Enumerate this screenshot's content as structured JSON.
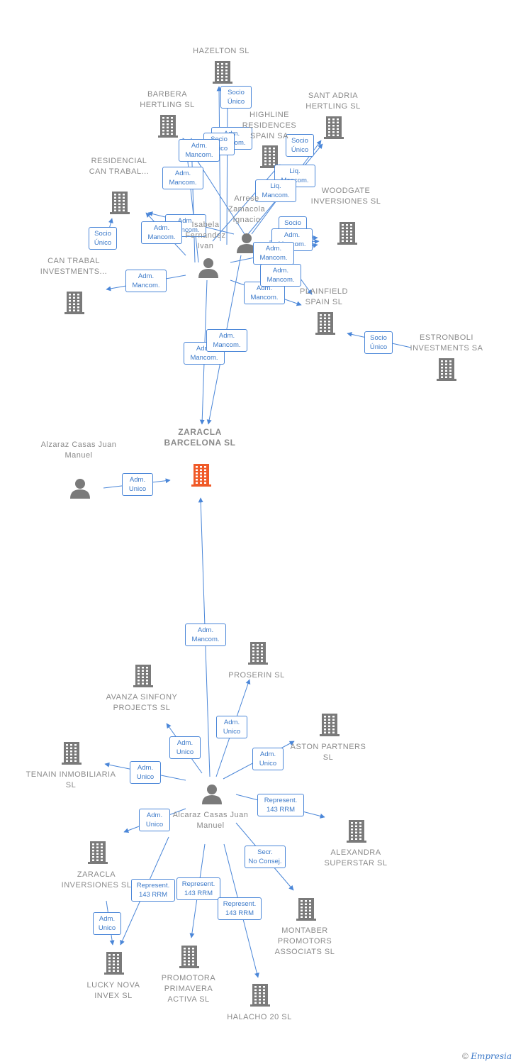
{
  "colors": {
    "edge": "#4a86d8",
    "node_gray": "#7a7a7a",
    "node_main": "#f05a28",
    "label": "#8a8a8a"
  },
  "nodes": [
    {
      "id": "hazelton",
      "type": "company",
      "label": "HAZELTON  SL"
    },
    {
      "id": "barbera",
      "type": "company",
      "label": "BARBERA HERTLING  SL"
    },
    {
      "id": "highline",
      "type": "company",
      "label": "HIGHLINE RESIDENCES SPAIN SA"
    },
    {
      "id": "santadria",
      "type": "company",
      "label": "SANT ADRIA HERTLING  SL"
    },
    {
      "id": "residencial",
      "type": "company",
      "label": "RESIDENCIAL CAN TRABAL..."
    },
    {
      "id": "woodgate",
      "type": "company",
      "label": "WOODGATE INVERSIONES SL"
    },
    {
      "id": "cantrabal",
      "type": "company",
      "label": "CAN TRABAL INVESTMENTS..."
    },
    {
      "id": "plainfield",
      "type": "company",
      "label": "PLAINFIELD SPAIN  SL"
    },
    {
      "id": "estronboli",
      "type": "company",
      "label": "ESTRONBOLI INVESTMENTS SA"
    },
    {
      "id": "arrese",
      "type": "person",
      "label": "Arrese Zamacola Ignacio"
    },
    {
      "id": "isabela",
      "type": "person",
      "label": "Isabela Fernandez Ivan"
    },
    {
      "id": "zaracla_bcn",
      "type": "main",
      "label": "ZARACLA BARCELONA SL"
    },
    {
      "id": "alzaraz_top",
      "type": "person",
      "label": "Alzaraz Casas Juan Manuel"
    },
    {
      "id": "proserin",
      "type": "company",
      "label": "PROSERIN  SL"
    },
    {
      "id": "avanza",
      "type": "company",
      "label": "AVANZA SINFONY PROJECTS SL"
    },
    {
      "id": "aston",
      "type": "company",
      "label": "ASTON PARTNERS SL"
    },
    {
      "id": "tenain",
      "type": "company",
      "label": "TENAIN INMOBILIARIA SL"
    },
    {
      "id": "alcaraz",
      "type": "person",
      "label": "Alcaraz Casas Juan Manuel"
    },
    {
      "id": "alexandra",
      "type": "company",
      "label": "ALEXANDRA SUPERSTAR SL"
    },
    {
      "id": "zaracla_inv",
      "type": "company",
      "label": "ZARACLA INVERSIONES SL"
    },
    {
      "id": "montaber",
      "type": "company",
      "label": "MONTABER PROMOTORS ASSOCIATS SL"
    },
    {
      "id": "lucky",
      "type": "company",
      "label": "LUCKY NOVA INVEX SL"
    },
    {
      "id": "promotora",
      "type": "company",
      "label": "PROMOTORA PRIMAVERA ACTIVA SL"
    },
    {
      "id": "halacho",
      "type": "company",
      "label": "HALACHO 20  SL"
    }
  ],
  "edges": [
    {
      "from": "isabela",
      "to": "hazelton",
      "label": "Socio Único"
    },
    {
      "from": "isabela",
      "to": "hazelton",
      "label": "Adm. Mancom."
    },
    {
      "from": "isabela",
      "to": "barbera",
      "label": "Socio Único"
    },
    {
      "from": "isabela",
      "to": "barbera",
      "label": "Adm. Mancom."
    },
    {
      "from": "arrese",
      "to": "barbera",
      "label": "Adm. Mancom."
    },
    {
      "from": "isabela",
      "to": "residencial",
      "label": "Adm. Mancom."
    },
    {
      "from": "arrese",
      "to": "residencial",
      "label": "Adm. Mancom."
    },
    {
      "from": "cantrabal",
      "to": "residencial",
      "label": "Socio Único"
    },
    {
      "from": "isabela",
      "to": "cantrabal",
      "label": "Adm. Mancom."
    },
    {
      "from": "arrese",
      "to": "santadria",
      "label": "Socio Único"
    },
    {
      "from": "arrese",
      "to": "santadria",
      "label": "Liq. Mancom."
    },
    {
      "from": "isabela",
      "to": "highline",
      "label": "Liq. Mancom."
    },
    {
      "from": "arrese",
      "to": "woodgate",
      "label": "Socio Único"
    },
    {
      "from": "arrese",
      "to": "woodgate",
      "label": "Adm. Mancom."
    },
    {
      "from": "isabela",
      "to": "woodgate",
      "label": "Adm. Mancom."
    },
    {
      "from": "isabela",
      "to": "plainfield",
      "label": "Adm. Mancom."
    },
    {
      "from": "arrese",
      "to": "plainfield",
      "label": "Adm. Mancom."
    },
    {
      "from": "estronboli",
      "to": "plainfield",
      "label": "Socio Único"
    },
    {
      "from": "isabela",
      "to": "zaracla_bcn",
      "label": "Adm. Mancom."
    },
    {
      "from": "arrese",
      "to": "zaracla_bcn",
      "label": "Adm. Mancom."
    },
    {
      "from": "alzaraz_top",
      "to": "zaracla_bcn",
      "label": "Adm. Unico"
    },
    {
      "from": "alcaraz",
      "to": "zaracla_bcn",
      "label": "Adm. Mancom."
    },
    {
      "from": "alcaraz",
      "to": "proserin",
      "label": "Adm. Unico"
    },
    {
      "from": "alcaraz",
      "to": "avanza",
      "label": "Adm. Unico"
    },
    {
      "from": "alcaraz",
      "to": "aston",
      "label": "Adm. Unico"
    },
    {
      "from": "alcaraz",
      "to": "tenain",
      "label": "Adm. Unico"
    },
    {
      "from": "alcaraz",
      "to": "alexandra",
      "label": "Represent. 143 RRM"
    },
    {
      "from": "alcaraz",
      "to": "zaracla_inv",
      "label": "Adm. Unico"
    },
    {
      "from": "alcaraz",
      "to": "montaber",
      "label": "Secr.  No Consej."
    },
    {
      "from": "alcaraz",
      "to": "lucky",
      "label": "Represent. 143 RRM"
    },
    {
      "from": "zaracla_inv",
      "to": "lucky",
      "label": "Adm. Unico"
    },
    {
      "from": "alcaraz",
      "to": "promotora",
      "label": "Represent. 143 RRM"
    },
    {
      "from": "alcaraz",
      "to": "halacho",
      "label": "Represent. 143 RRM"
    }
  ],
  "footer": {
    "copyright": "©",
    "brand": "Empresia"
  }
}
